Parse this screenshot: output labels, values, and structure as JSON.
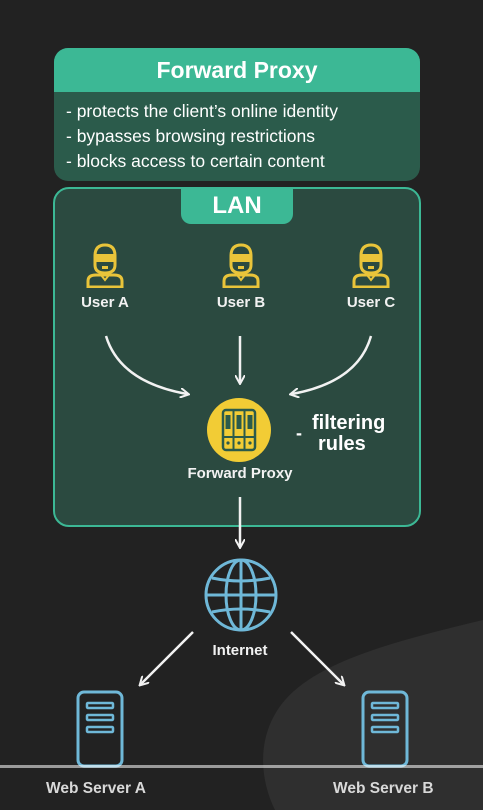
{
  "header": {
    "title": "Forward Proxy",
    "bullets": [
      "- protects the client’s online identity",
      "- bypasses browsing restrictions",
      "- blocks access to certain content"
    ]
  },
  "lan": {
    "label": "LAN",
    "users": [
      {
        "label": "User A",
        "icon": "user-icon"
      },
      {
        "label": "User B",
        "icon": "user-icon"
      },
      {
        "label": "User C",
        "icon": "user-icon"
      }
    ],
    "proxy": {
      "label": "Forward Proxy",
      "icon": "server-rack-icon"
    },
    "filter_dash": "-",
    "filter_line1": "filtering",
    "filter_line2": "rules"
  },
  "internet": {
    "label": "Internet",
    "icon": "globe-icon"
  },
  "servers": [
    {
      "label": "Web Server A",
      "icon": "server-icon"
    },
    {
      "label": "Web Server B",
      "icon": "server-icon"
    }
  ],
  "colors": {
    "background": "#222222",
    "accent_green": "#3cb895",
    "panel_green": "#2b5b4b",
    "lan_fill": "#2b4a40",
    "user_yellow": "#e9c43a",
    "proxy_yellow": "#f2cc35",
    "icon_blue": "#6fb8d8"
  }
}
